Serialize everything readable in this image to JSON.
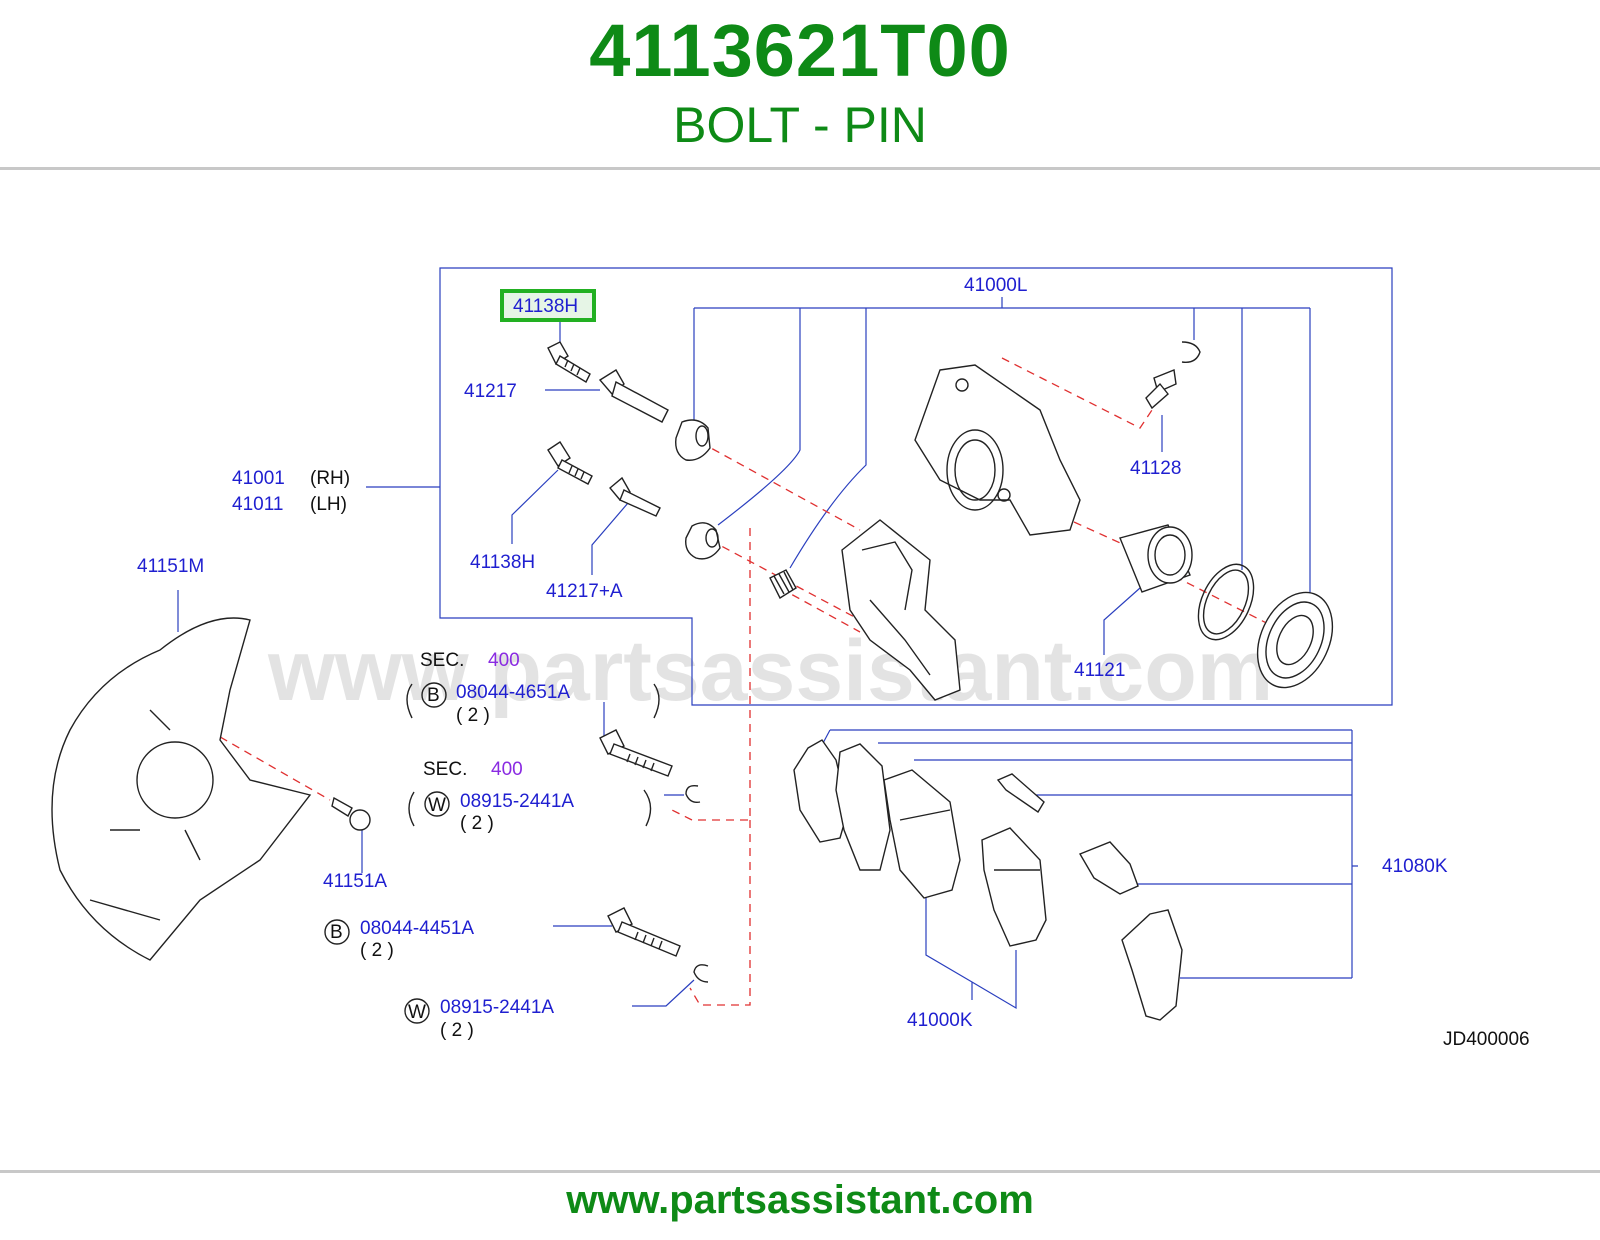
{
  "header": {
    "part_number": "4113621T00",
    "part_name": "BOLT - PIN"
  },
  "footer": {
    "url": "www.partsassistant.com"
  },
  "watermark": "www.partsassistant.com",
  "diagram": {
    "code": "JD400006",
    "highlight_color": "#22b022",
    "labels": {
      "p41138H_top": "41138H",
      "p41217": "41217",
      "p41001": "41001",
      "rh": "(RH)",
      "p41011": "41011",
      "lh": "(LH)",
      "p41138H_bottom": "41138H",
      "p41217A": "41217+A",
      "p41000L": "41000L",
      "p41128": "41128",
      "p41121": "41121",
      "p41151M": "41151M",
      "p41151A": "41151A",
      "p41080K": "41080K",
      "p41000K": "41000K"
    },
    "fasteners": [
      {
        "sec": "SEC.",
        "sec_num": "400",
        "circle": "B",
        "part": "08044-4651A",
        "qty": "( 2 )"
      },
      {
        "sec": "SEC.",
        "sec_num": "400",
        "circle": "W",
        "part": "08915-2441A",
        "qty": "( 2 )"
      },
      {
        "circle": "B",
        "part": "08044-4451A",
        "qty": "( 2 )"
      },
      {
        "circle": "W",
        "part": "08915-2441A",
        "qty": "( 2 )"
      }
    ]
  }
}
